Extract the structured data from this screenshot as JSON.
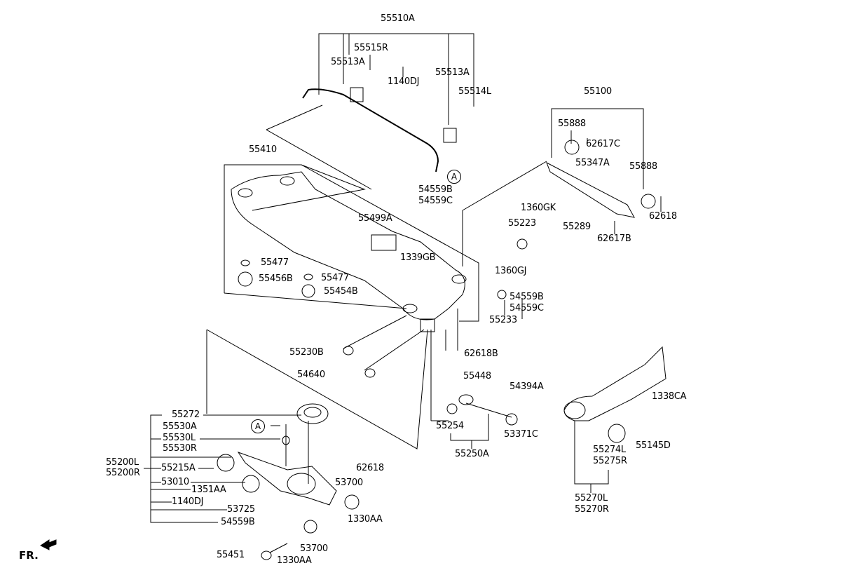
{
  "labels": {
    "l55510A": "55510A",
    "l55515R": "55515R",
    "l55513A_1": "55513A",
    "l1140DJ_1": "1140DJ",
    "l55513A_2": "55513A",
    "l55514L": "55514L",
    "l55100": "55100",
    "l55888_1": "55888",
    "l62617C": "62617C",
    "l55347A": "55347A",
    "l55888_2": "55888",
    "l62618_1": "62618",
    "l62617B": "62617B",
    "l55410": "55410",
    "l54559B_1": "54559B",
    "l54559C_1": "54559C",
    "l55499A": "55499A",
    "l1360GK": "1360GK",
    "l55223": "55223",
    "l55289": "55289",
    "l1339GB": "1339GB",
    "l55477_1": "55477",
    "l55477_2": "55477",
    "l55456B": "55456B",
    "l55454B": "55454B",
    "l1360GJ": "1360GJ",
    "l54559B_2": "54559B",
    "l54559C_2": "54559C",
    "l55233": "55233",
    "l55230B": "55230B",
    "l62618B": "62618B",
    "l54640": "54640",
    "l55448": "55448",
    "l54394A": "54394A",
    "l1338CA": "1338CA",
    "l55272": "55272",
    "l55530A": "55530A",
    "l55530L": "55530L",
    "l55530R": "55530R",
    "l55200L": "55200L",
    "l55200R": "55200R",
    "l55215A": "55215A",
    "l53010": "53010",
    "l55254": "55254",
    "l53371C": "53371C",
    "l55145D": "55145D",
    "l55274L": "55274L",
    "l55275R": "55275R",
    "l55250A": "55250A",
    "l62618_2": "62618",
    "l53700_1": "53700",
    "l1351AA": "1351AA",
    "l1140DJ_2": "1140DJ",
    "l53725": "53725",
    "l54559B_3": "54559B",
    "l1330AA_1": "1330AA",
    "l55270L": "55270L",
    "l55270R": "55270R",
    "l53700_2": "53700",
    "l55451": "55451",
    "l1330AA_2": "1330AA"
  },
  "reference_marker": "A",
  "direction_label": "FR."
}
